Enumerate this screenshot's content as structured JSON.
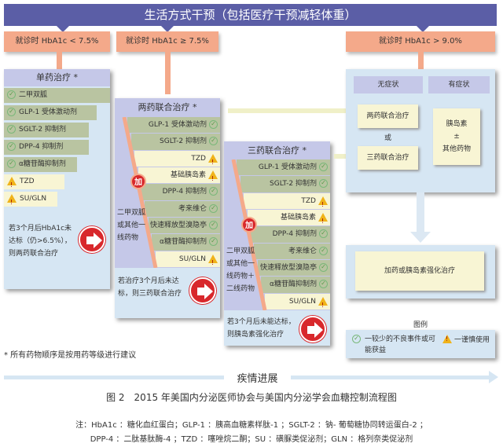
{
  "banner": "生活方式干预（包括医疗干预减轻体重）",
  "entry": [
    "就诊时 HbA1c < 7.5%",
    "就诊时 HbA1c ≥ 7.5%",
    "就诊时 HbA1c > 9.0%"
  ],
  "mono": {
    "title": "单药治疗 *",
    "rows": [
      {
        "label": "二甲双胍",
        "icon": "check"
      },
      {
        "label": "GLP-1 受体激动剂",
        "icon": "check"
      },
      {
        "label": "SGLT-2 抑制剂",
        "icon": "check"
      },
      {
        "label": "DPP-4 抑制剂",
        "icon": "check"
      },
      {
        "label": "α糖苷酶抑制剂",
        "icon": "check"
      },
      {
        "label": "TZD",
        "icon": "warning"
      },
      {
        "label": "SU/GLN",
        "icon": "warning"
      }
    ],
    "note": "若3个月后HbA1c未达标（仍>6.5%），则两药联合治疗"
  },
  "dual": {
    "title": "两药联合治疗 *",
    "base": "二甲双胍或其他一线药物",
    "plus": "加",
    "rows": [
      {
        "label": "GLP-1 受体激动剂",
        "icon": "check"
      },
      {
        "label": "SGLT-2 抑制剂",
        "icon": "check"
      },
      {
        "label": "TZD",
        "icon": "warning"
      },
      {
        "label": "基础胰岛素",
        "icon": "warning"
      },
      {
        "label": "DPP-4 抑制剂",
        "icon": "check"
      },
      {
        "label": "考来维仑",
        "icon": "check"
      },
      {
        "label": "快速释放型溴隐亭",
        "icon": "check"
      },
      {
        "label": "α糖苷酶抑制剂",
        "icon": "check"
      },
      {
        "label": "SU/GLN",
        "icon": "warning"
      }
    ],
    "note": "若治疗3个月后未达标，则三药联合治疗"
  },
  "triple": {
    "title": "三药联合治疗 *",
    "base": "二甲双胍或其他一线药物＋二线药物",
    "plus": "加",
    "rows": [
      {
        "label": "GLP-1 受体激动剂",
        "icon": "check"
      },
      {
        "label": "SGLT-2 抑制剂",
        "icon": "check"
      },
      {
        "label": "TZD",
        "icon": "warning"
      },
      {
        "label": "基础胰岛素",
        "icon": "warning"
      },
      {
        "label": "DPP-4 抑制剂",
        "icon": "check"
      },
      {
        "label": "考来维仑",
        "icon": "check"
      },
      {
        "label": "快速释放型溴隐亭",
        "icon": "check"
      },
      {
        "label": "α糖苷酶抑制剂",
        "icon": "check"
      },
      {
        "label": "SU/GLN",
        "icon": "warning"
      }
    ],
    "note": "若3个月后未能达标，则胰岛素强化治疗"
  },
  "high": {
    "asymptomatic": "无症状",
    "symptomatic": "有症状",
    "dual": "两药联合治疗",
    "or": "或",
    "triple": "三药联合治疗",
    "insulin": "胰岛素\n±\n其他药物"
  },
  "intensify": "加药或胰岛素强化治疗",
  "legend": {
    "title": "图例",
    "check": "一较少的不良事件或可能获益",
    "warning": "一谨慎使用"
  },
  "footnote": "* 所有药物顺序是按用药等级进行建议",
  "progress": "疾情进展",
  "caption": "图 2　2015 年美国内分泌医师协会与美国内分泌学会血糖控制流程图",
  "notes": [
    "注：HbA1c ：糖化血红蛋白；GLP-1 ：胰高血糖素样肽-1 ；SGLT-2 ：钠- 葡萄糖协同转运蛋白-2 ；",
    "DPP-4 ：二肽基肽酶-4 ；TZD ：噻唑烷二酮；SU ：磺脲类促泌剂；GLN ：格列奈类促泌剂"
  ],
  "colors": {
    "banner": "#5b5ea6",
    "entry": "#f4a98a",
    "panel": "#d6e6f3",
    "header": "#c5c8e8",
    "green": "#b9c4a1",
    "yellow": "#f8f5d4",
    "red": "#d8282c"
  }
}
